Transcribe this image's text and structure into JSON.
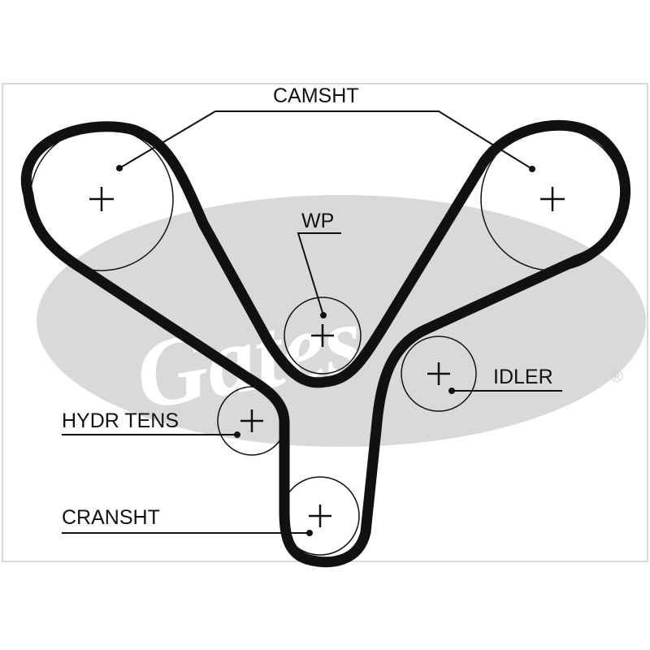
{
  "watermark": {
    "brand": "Gates",
    "registered_mark": "®"
  },
  "labels": {
    "camshaft": "CAMSHT",
    "water_pump": "WP",
    "idler": "IDLER",
    "hydraulic_tensioner": "HYDR TENS",
    "crankshaft": "CRANSHT"
  },
  "colors": {
    "belt": "#111111",
    "watermark": "#d9d9d9",
    "frame": "#cccccc"
  }
}
